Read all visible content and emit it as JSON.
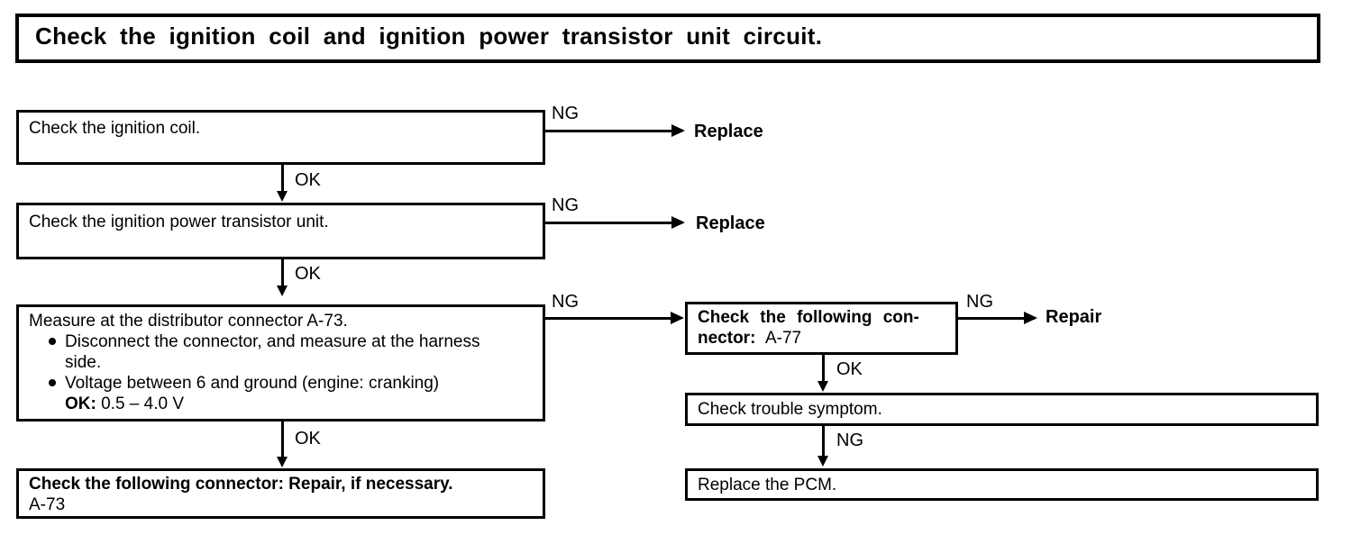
{
  "header": {
    "title": "Check the ignition coil and ignition power transistor unit circuit."
  },
  "flow": {
    "boxes": {
      "check_ignition_coil": {
        "line1": "Check the ignition coil."
      },
      "check_power_transistor": {
        "line1": "Check the ignition power transistor unit."
      },
      "measure_distributor": {
        "line1": "Measure at the distributor connector A-73.",
        "bullet1_a": "Disconnect the connector, and measure at the harness",
        "bullet1_b": "side.",
        "bullet2_a": "Voltage between 6 and ground (engine: cranking)",
        "bullet2_ok_label": "OK:",
        "bullet2_ok_value": "0.5 – 4.0 V"
      },
      "check_connector_a73": {
        "line1": "Check the following connector: Repair, if necessary.",
        "line2": "A-73"
      },
      "check_connector_a77": {
        "line1": "Check the following con-",
        "line2_label": "nector:",
        "line2_value": "A-77"
      },
      "check_trouble_symptom": {
        "line1": "Check trouble symptom."
      },
      "replace_pcm": {
        "line1": "Replace the PCM."
      }
    },
    "edge_labels": {
      "ng_coil": "NG",
      "ok_coil": "OK",
      "ng_transistor": "NG",
      "ok_transistor": "OK",
      "ng_measure": "NG",
      "ok_measure": "OK",
      "ng_connector_a77": "NG",
      "ok_connector_a77": "OK",
      "ng_trouble_symptom": "NG"
    },
    "terminals": {
      "replace_coil": "Replace",
      "replace_transistor": "Replace",
      "repair_connector": "Repair"
    }
  },
  "colors": {
    "line": "#000000",
    "background": "#ffffff"
  }
}
